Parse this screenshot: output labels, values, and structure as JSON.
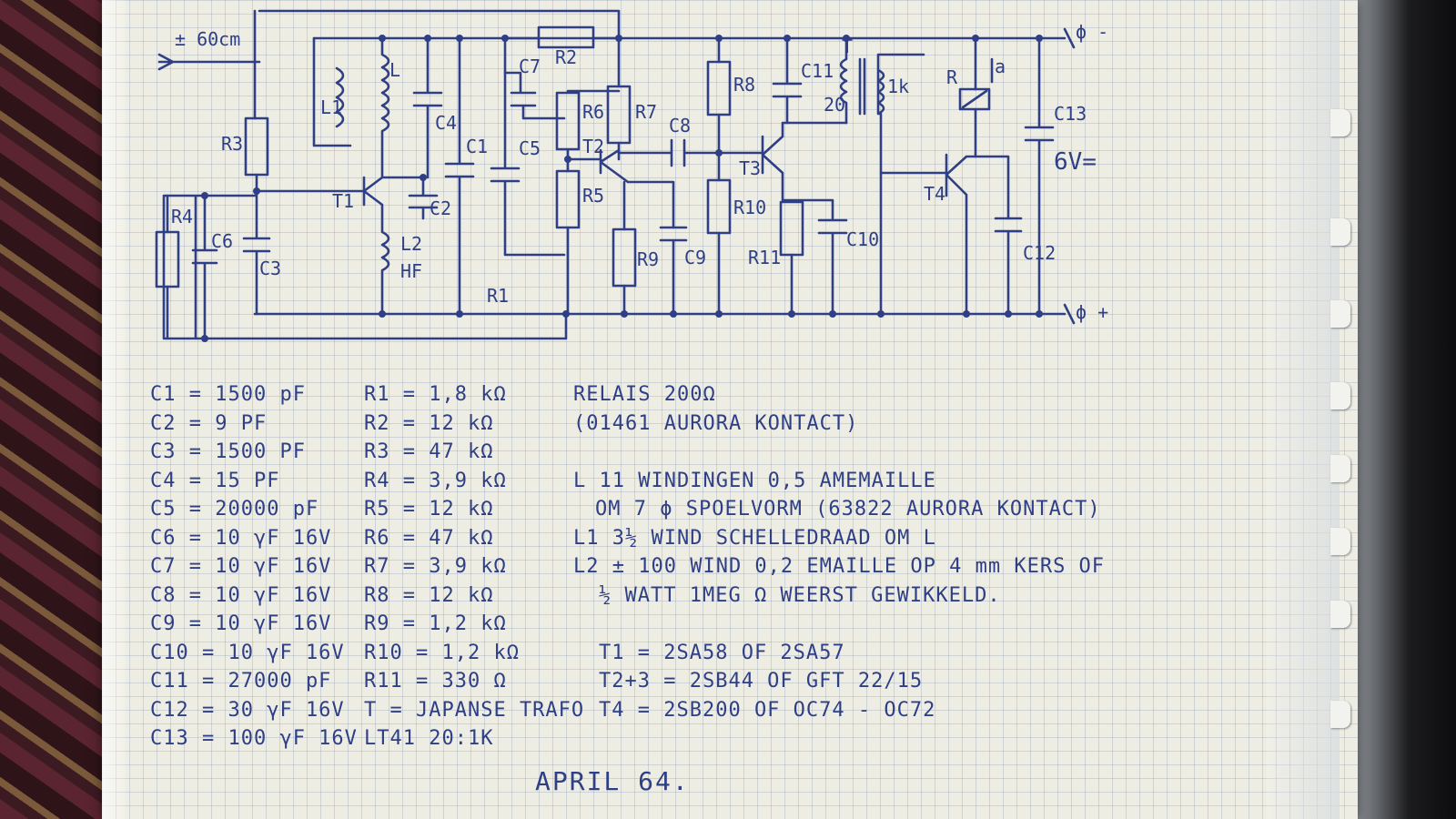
{
  "schematic": {
    "antenna": "± 60cm",
    "supply_minus": "ϕ -",
    "supply_plus": "ϕ +",
    "c13_voltage": "6V=",
    "transformer_ratio_left": "20",
    "transformer_ratio_right": "1k",
    "relay_contact": "a",
    "labels": {
      "L1": "L1",
      "L": "L",
      "L2": "L2",
      "HF": "HF",
      "T": "T",
      "R": "R",
      "T1": "T1",
      "T2": "T2",
      "T3": "T3",
      "T4": "T4",
      "R1": "R1",
      "R2": "R2",
      "R3": "R3",
      "R4": "R4",
      "R5": "R5",
      "R6": "R6",
      "R7": "R7",
      "R8": "R8",
      "R9": "R9",
      "R10": "R10",
      "R11": "R11",
      "C1": "C1",
      "C2": "C2",
      "C3": "C3",
      "C4": "C4",
      "C5": "C5",
      "C6": "C6",
      "C7": "C7",
      "C8": "C8",
      "C9": "C9",
      "C10": "C10",
      "C11": "C11",
      "C12": "C12",
      "C13": "C13"
    }
  },
  "capacitors": [
    "C1 = 1500 pF",
    "C2 = 9 PF",
    "C3 = 1500 PF",
    "C4 = 15 PF",
    "C5 = 20000 pF",
    "C6 = 10 γF 16V",
    "C7 = 10 γF 16V",
    "C8 = 10 γF 16V",
    "C9 = 10 γF 16V",
    "C10 = 10 γF 16V",
    "C11 = 27000 pF",
    "C12 = 30 γF 16V",
    "C13 = 100 γF 16V"
  ],
  "resistors": [
    "R1 = 1,8 kΩ",
    "R2 = 12 kΩ",
    "R3 = 47 kΩ",
    "R4 = 3,9 kΩ",
    "R5 = 12 kΩ",
    "R6 = 47 kΩ",
    "R7 = 3,9 kΩ",
    "R8 = 12 kΩ",
    "R9 = 1,2 kΩ",
    "R10 = 1,2 kΩ",
    "R11 = 330 Ω",
    "T = JAPANSE TRAFO",
    "LT41 20:1K"
  ],
  "notes": [
    "RELAIS 200Ω",
    "(01461 AURORA KONTACT)",
    "",
    "L 11 WINDINGEN 0,5 AMEMAILLE",
    "OM 7 ϕ SPOELVORM (63822 AURORA KONTACT)",
    "L1 3½ WIND SCHELLEDRAAD OM L",
    "L2 ± 100 WIND 0,2 EMAILLE OP 4 mm KERS OF",
    "½ WATT 1MEG Ω WEERST GEWIKKELD.",
    "",
    "T1 = 2SA58 OF 2SA57",
    "T2+3 = 2SB44 OF GFT 22/15",
    "T4 = 2SB200 OF OC74 - OC72"
  ],
  "date": "APRIL 64."
}
